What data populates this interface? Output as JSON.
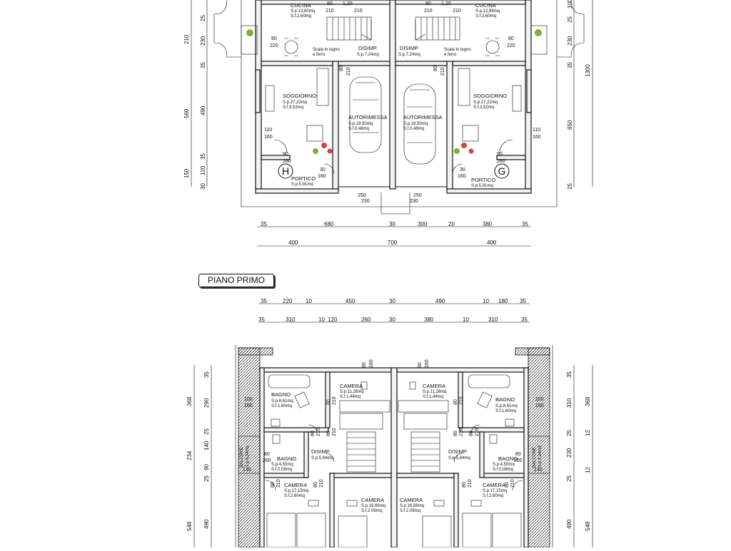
{
  "ground_floor": {
    "rooms": {
      "cucina_l": {
        "name": "CUCINA",
        "sp": "S.p.13,60mq",
        "sf": "S.f.2,60mq"
      },
      "cucina_r": {
        "name": "CUCINA",
        "sp": "S.p.12,98mq",
        "sf": "S.f.2,60mq"
      },
      "disimp_l": {
        "name": "DISIMP.",
        "sp": "S.p.7,24mq"
      },
      "disimp_r": {
        "name": "DISIMP.",
        "sp": "S.p.7,24mq"
      },
      "scala_l": {
        "line1": "Scala in legno",
        "line2": "e ferro"
      },
      "scala_r": {
        "line1": "Scala in legno",
        "line2": "e ferro"
      },
      "soggiorno_l": {
        "name": "SOGGIORNO",
        "sp": "S.p.27,22mq",
        "sf": "S.f.3,52mq"
      },
      "soggiorno_r": {
        "name": "SOGGIORNO",
        "sp": "S.p.27,22mq",
        "sf": "S.f.3,52mq"
      },
      "autorimessa_l": {
        "name": "AUTORIMESSA",
        "sp": "S.p.19,50mq",
        "sf": "S.f.0,48mq"
      },
      "autorimessa_r": {
        "name": "AUTORIMESSA",
        "sp": "S.p.19,50mq",
        "sf": "S.f.0,48mq"
      },
      "portico_l": {
        "name": "PORTICO",
        "sp": "S.p.5,91mq"
      },
      "portico_r": {
        "name": "PORTICO",
        "sp": "S.p.5,91mq"
      }
    },
    "unit_labels": {
      "left": "H",
      "right": "G"
    },
    "door_dims": {
      "d1": "80",
      "d2": "210",
      "d3": "80",
      "d4": "210",
      "d5": "80",
      "d6": "220",
      "d7": "80",
      "d8": "220",
      "d9": "110",
      "d10": "160",
      "d11": "110",
      "d12": "160",
      "d13": "90",
      "d14": "260",
      "d15": "90",
      "d16": "260",
      "d17": "30",
      "d18": "160",
      "d19": "30",
      "d20": "160",
      "d21": "250",
      "d22": "230",
      "d23": "250",
      "d24": "230",
      "d25": "1,20",
      "d26": "1,20"
    },
    "left_dims": {
      "outer": [
        "210",
        "560",
        "150"
      ],
      "inner": [
        "25",
        "230",
        "35",
        "490",
        "35",
        "120",
        "30"
      ]
    },
    "right_dims": {
      "outer": [
        "1300"
      ],
      "inner": [
        "100",
        "25",
        "230",
        "35",
        "650",
        "25"
      ]
    },
    "bottom_dims_row1": [
      "35",
      "680",
      "30",
      "300",
      "20",
      "380",
      "35"
    ],
    "bottom_dims_row2": [
      "400",
      "700",
      "400"
    ]
  },
  "first_floor": {
    "title": "PIANO PRIMO",
    "top_dims_row1": [
      "35",
      "220",
      "10",
      "450",
      "30",
      "490",
      "10",
      "180",
      "35"
    ],
    "top_dims_row2": [
      "35",
      "310",
      "10",
      "120",
      "260",
      "30",
      "380",
      "10",
      "310",
      "35"
    ],
    "rooms": {
      "bagno1_l": {
        "name": "BAGNO",
        "sp": "S.p.8,61mq",
        "sf": "S.f.1,60mq"
      },
      "bagno1_r": {
        "name": "BAGNO",
        "sp": "S.p.8,61mq",
        "sf": "S.f.1,60mq"
      },
      "camera1_l": {
        "name": "CAMERA",
        "sp": "S.p.11,26mq",
        "sf": "S.f.1,44mq"
      },
      "camera1_r": {
        "name": "CAMERA",
        "sp": "S.p.11,26mq",
        "sf": "S.f.1,44mq"
      },
      "balcone_l": {
        "name": "BALCONE",
        "sp": "S.p.4,34mq"
      },
      "balcone_r": {
        "name": "BALCONE",
        "sp": "S.p.4,34mq"
      },
      "bagno2_l": {
        "name": "BAGNO",
        "sp": "S.p.4,50mq",
        "sf": "S.f.0,08mq"
      },
      "bagno2_r": {
        "name": "BAGNO",
        "sp": "S.p.4,50mq",
        "sf": "S.f.0,08mq"
      },
      "disimp_l": {
        "name": "DISIMP.",
        "sp": "S.p.5,84mq"
      },
      "disimp_r": {
        "name": "DISIMP.",
        "sp": "S.p.5,84mq"
      },
      "camera2_l": {
        "name": "CAMERA",
        "sp": "S.p.17,15mq",
        "sf": "S.f.2,60mq"
      },
      "camera2_r": {
        "name": "CAMERA",
        "sp": "S.p.17,15mq",
        "sf": "S.f.2,60mq"
      },
      "camera3_l": {
        "name": "CAMERA",
        "sp": "S.p.16,66mq",
        "sf": "S.f.2,08mq"
      },
      "camera3_r": {
        "name": "CAMERA",
        "sp": "S.p.16,66mq",
        "sf": "S.f.2,08mq"
      }
    },
    "door_dims": {
      "e1": "90",
      "e2": "160",
      "e3": "90",
      "e4": "160",
      "e5": "100",
      "e6": "160",
      "e7": "100",
      "e8": "160",
      "e9": "80",
      "e10": "210",
      "e11": "80",
      "e12": "210",
      "e13": "80",
      "e14": "210",
      "e15": "80",
      "e16": "210",
      "e17": "80",
      "e18": "260",
      "e19": "80",
      "e20": "260",
      "e21": "80",
      "e22": "210",
      "e23": "80",
      "e24": "210",
      "e25": "140",
      "e26": "140",
      "e27": "80",
      "e28": "210",
      "e29": "80",
      "e30": "210",
      "e31": "80",
      "e32": "210",
      "e33": "80",
      "e34": "210"
    },
    "left_dims": {
      "outer": [
        "368",
        "234",
        "548"
      ],
      "inner": [
        "35",
        "290",
        "25",
        "140",
        "90",
        "25",
        "490"
      ]
    },
    "right_dims": {
      "outer": [
        "368",
        "548"
      ],
      "inner": [
        "35",
        "310",
        "25",
        "12",
        "230",
        "12",
        "25",
        "490"
      ]
    }
  },
  "colors": {
    "line": "#111111",
    "wall_fill": "#f2f2f2",
    "plant": "#7fb034",
    "flower": "#d94040"
  }
}
